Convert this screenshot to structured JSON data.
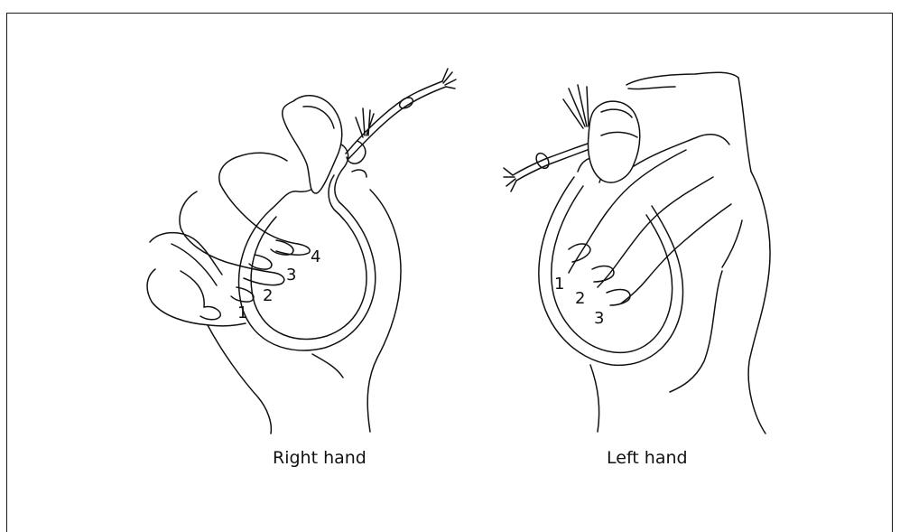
{
  "figure": {
    "right": {
      "caption": "Right hand",
      "finger_numbers": [
        "1",
        "2",
        "3",
        "4"
      ]
    },
    "left": {
      "caption": "Left hand",
      "finger_numbers": [
        "1",
        "2",
        "3"
      ]
    }
  }
}
